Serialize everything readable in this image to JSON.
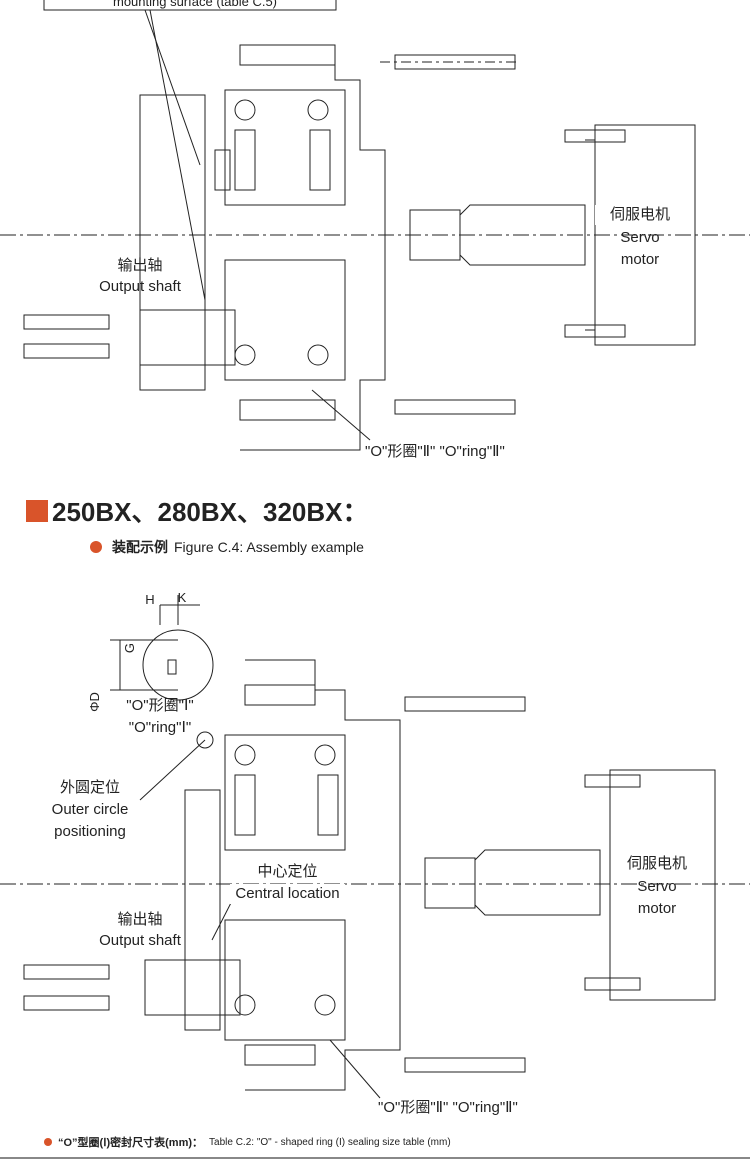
{
  "figure_top": {
    "callout_box": "mounting surface (table C.5)",
    "output_shaft_cn": "输出轴",
    "output_shaft_en": "Output shaft",
    "servo_cn": "伺服电机",
    "servo_en1": "Servo",
    "servo_en2": "motor",
    "oring2": "\"O\"形圈\"Ⅱ\"  \"O\"ring\"Ⅱ\""
  },
  "section": {
    "title": "250BX、280BX、320BX：",
    "accent_color": "#d9542a",
    "subtitle_cn": "装配示例",
    "subtitle_en": "Figure C.4: Assembly example"
  },
  "figure_bottom": {
    "dim_h": "H",
    "dim_k": "K",
    "dim_g": "G",
    "dim_d": "ΦD",
    "oring1_cn": "\"O\"形圈\"Ⅰ\"",
    "oring1_en": "\"O\"ring\"Ⅰ\"",
    "outer_cn": "外圆定位",
    "outer_en1": "Outer circle",
    "outer_en2": "positioning",
    "central_cn": "中心定位",
    "central_en": "Central location",
    "output_shaft_cn": "输出轴",
    "output_shaft_en": "Output shaft",
    "servo_cn": "伺服电机",
    "servo_en1": "Servo",
    "servo_en2": "motor",
    "oring2": "\"O\"形圈\"Ⅱ\"  \"O\"ring\"Ⅱ\""
  },
  "footer": {
    "table_cn": "“O”型圈(Ⅰ)密封尺寸表(mm)：",
    "table_en": "Table C.2: \"O\" - shaped ring (I) sealing size table (mm)"
  }
}
